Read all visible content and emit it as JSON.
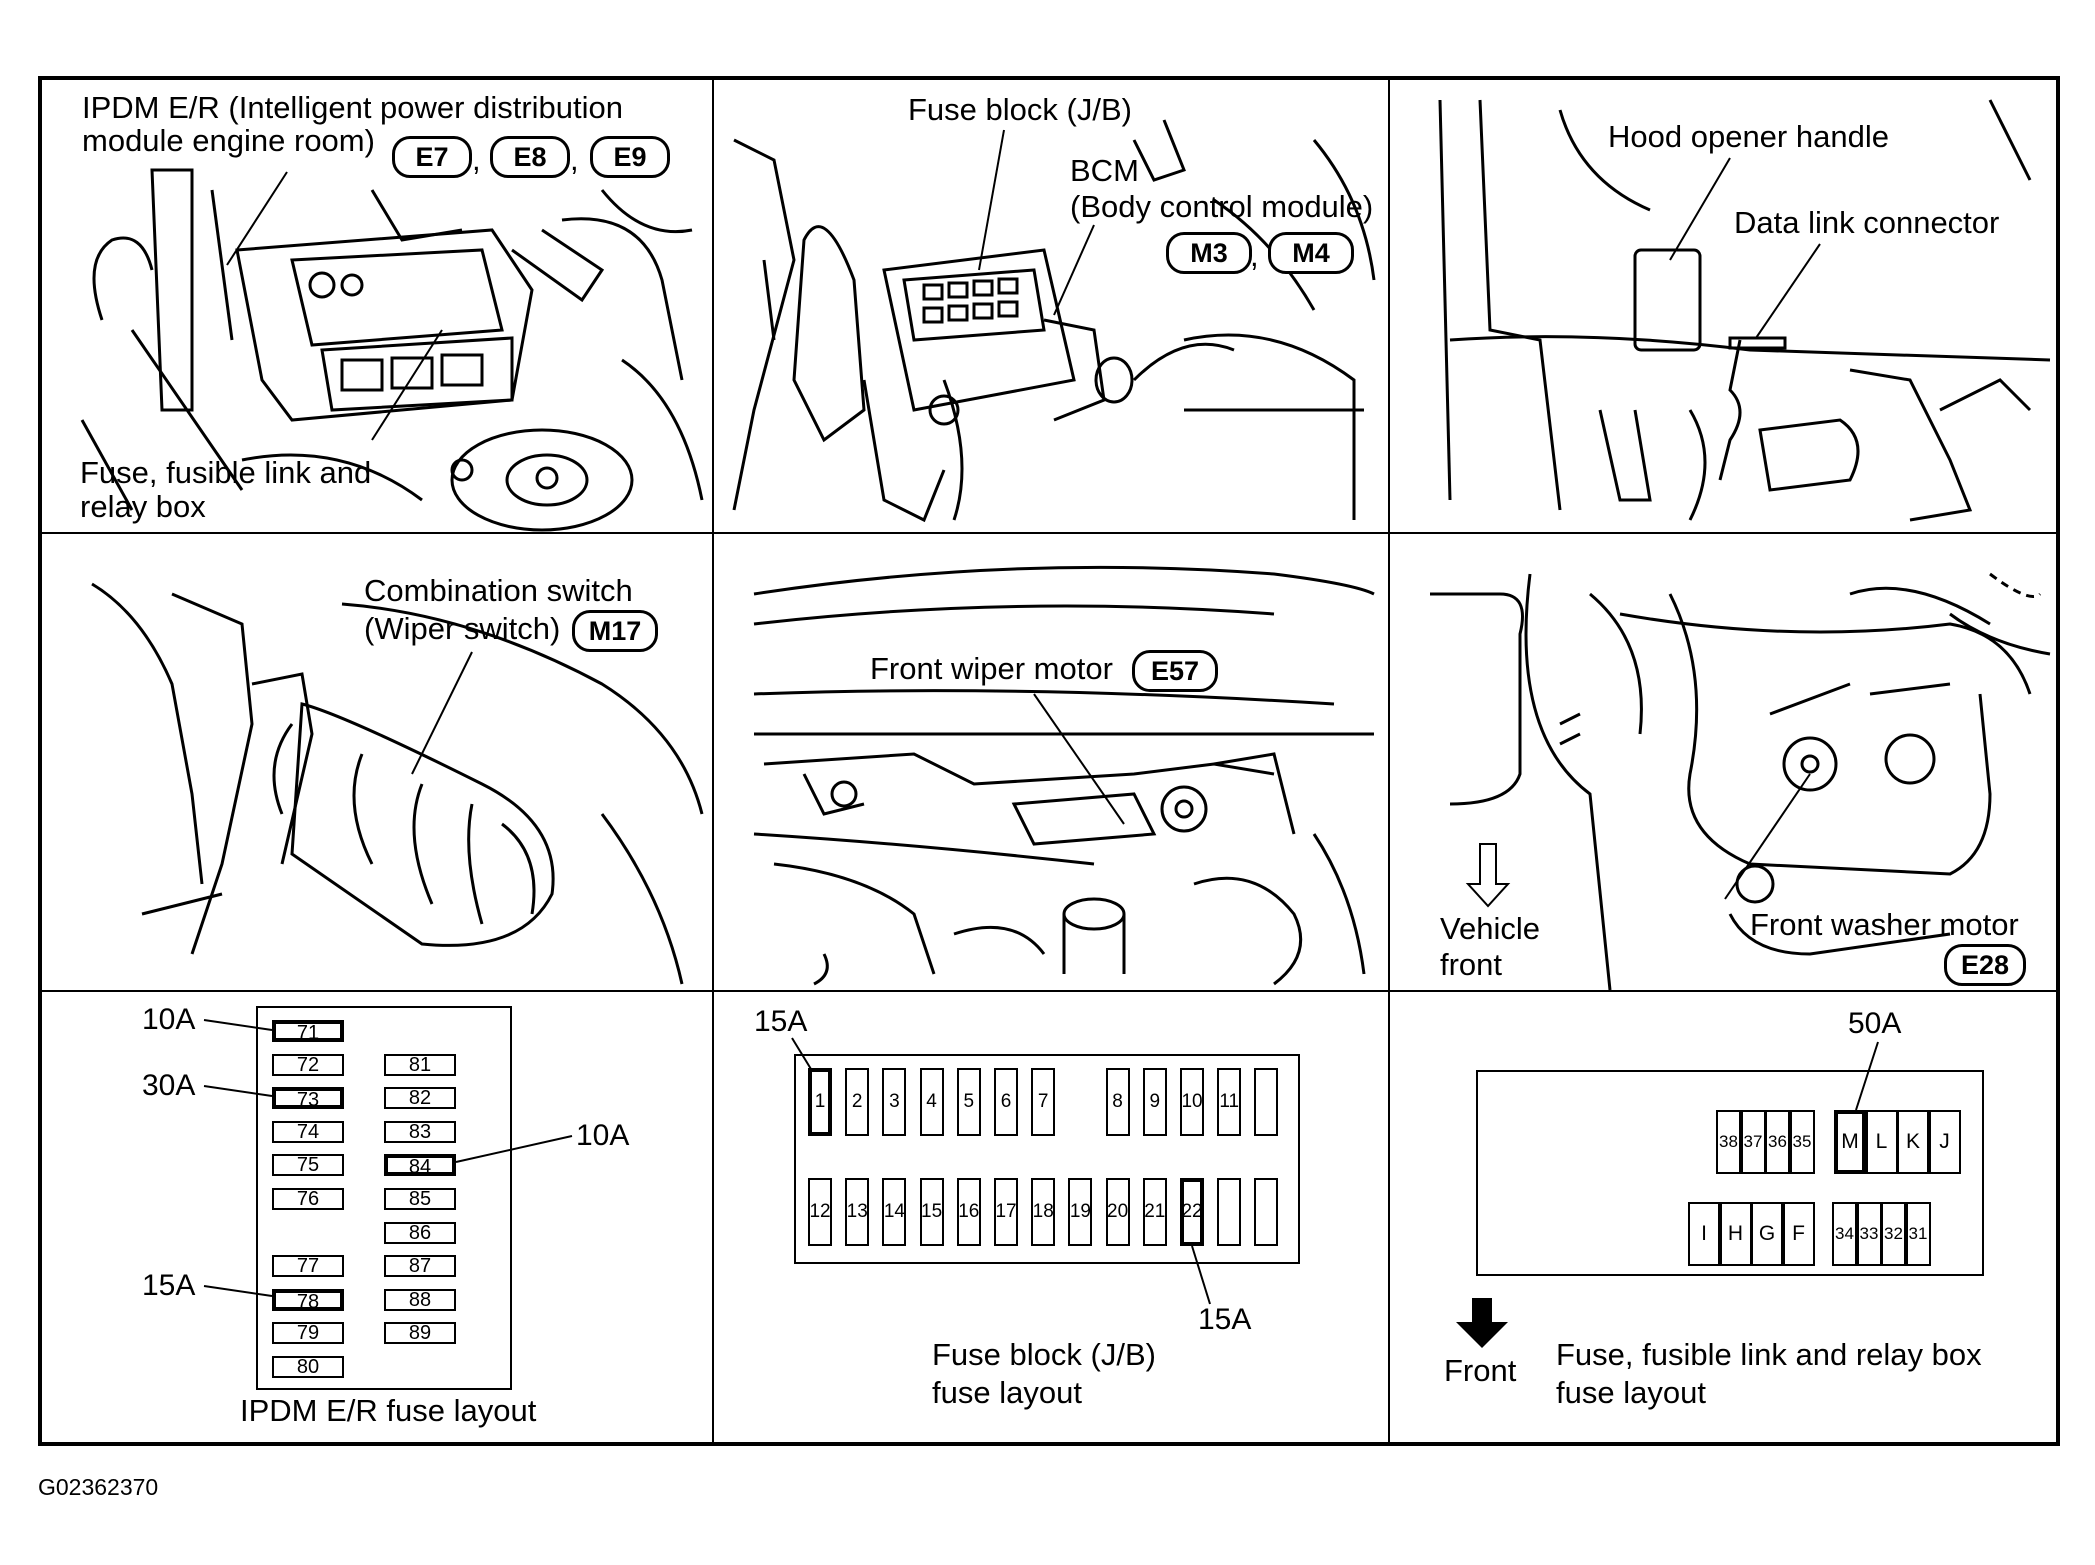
{
  "figure_code": "G02362370",
  "panels": {
    "ipdm": {
      "title_line1": "IPDM E/R (Intelligent power distribution",
      "title_line2": "module engine room)",
      "connectors": [
        "E7",
        "E8",
        "E9"
      ],
      "sep": ",",
      "bottom_line1": "Fuse, fusible link and",
      "bottom_line2": "relay box"
    },
    "fuse_block": {
      "label": "Fuse block (J/B)",
      "bcm_line1": "BCM",
      "bcm_line2": "(Body control module)",
      "connectors": [
        "M3",
        "M4"
      ],
      "sep": ","
    },
    "hood": {
      "hood_label": "Hood opener handle",
      "dlc_label": "Data link connector"
    },
    "combo": {
      "line1": "Combination switch",
      "line2": "(Wiper switch)",
      "connector": "M17"
    },
    "wiper": {
      "label": "Front wiper motor",
      "connector": "E57"
    },
    "washer": {
      "vehicle_line1": "Vehicle",
      "vehicle_line2": "front",
      "label": "Front washer motor",
      "connector": "E28"
    },
    "ipdm_layout": {
      "caption": "IPDM E/R fuse layout",
      "left_col": [
        "71",
        "72",
        "73",
        "74",
        "75",
        "76",
        "77",
        "78",
        "79",
        "80"
      ],
      "right_col": [
        "81",
        "82",
        "83",
        "84",
        "85",
        "86",
        "87",
        "88",
        "89"
      ],
      "amp_71": "10A",
      "amp_73": "30A",
      "amp_84": "10A",
      "amp_78": "15A"
    },
    "jb_layout": {
      "caption_line1": "Fuse block (J/B)",
      "caption_line2": "fuse layout",
      "top_row": [
        "1",
        "2",
        "3",
        "4",
        "5",
        "6",
        "7",
        "8",
        "9",
        "10",
        "11",
        ""
      ],
      "bottom_row": [
        "12",
        "13",
        "14",
        "15",
        "16",
        "17",
        "18",
        "19",
        "20",
        "21",
        "22",
        "",
        ""
      ],
      "amp_top": "15A",
      "amp_bottom": "15A"
    },
    "relay_layout": {
      "caption_line1": "Fuse, fusible link and relay box",
      "caption_line2": "fuse layout",
      "front_label": "Front",
      "amp_m": "50A",
      "top_small": [
        "38",
        "37",
        "36",
        "35"
      ],
      "top_large": [
        "M",
        "L",
        "K",
        "J"
      ],
      "bottom_large": [
        "I",
        "H",
        "G",
        "F"
      ],
      "bottom_small": [
        "34",
        "33",
        "32",
        "31"
      ]
    }
  }
}
